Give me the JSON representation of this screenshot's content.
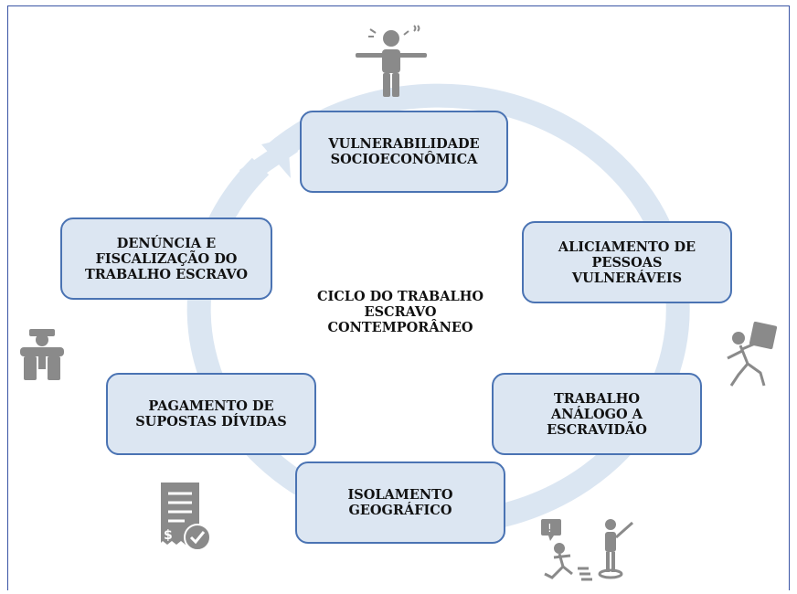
{
  "diagram": {
    "center_label": "CICLO DO TRABALHO\nESCRAVO\nCONTEMPORÂNEO",
    "stages": [
      {
        "id": "vulnerabilidade",
        "label": "VULNERABILIDADE\nSOCIOECONÔMICA"
      },
      {
        "id": "aliciamento",
        "label": "ALICIAMENTO DE\nPESSOAS\nVULNERÁVEIS"
      },
      {
        "id": "trabalho",
        "label": "TRABALHO\nANÁLOGO A\nESCRAVIDÃO"
      },
      {
        "id": "isolamento",
        "label": "ISOLAMENTO\nGEOGRÁFICO"
      },
      {
        "id": "pagamento",
        "label": "PAGAMENTO DE\nSUPOSTAS DÍVIDAS"
      },
      {
        "id": "denuncia",
        "label": "DENÚNCIA E\nFISCALIZAÇÃO DO\nTRABALHO ESCRAVO"
      }
    ],
    "icons": [
      "stressed-person-icon",
      "person-carrying-box-icon",
      "person-fleeing-icon",
      "debt-receipt-icon",
      "inspectors-icon"
    ],
    "colors": {
      "box_fill": "#dce6f2",
      "box_border": "#4a73b3",
      "cycle_arrow": "#dbe6f2",
      "icon_gray": "#8a8a8a",
      "frame_border": "#3a55a5"
    }
  }
}
